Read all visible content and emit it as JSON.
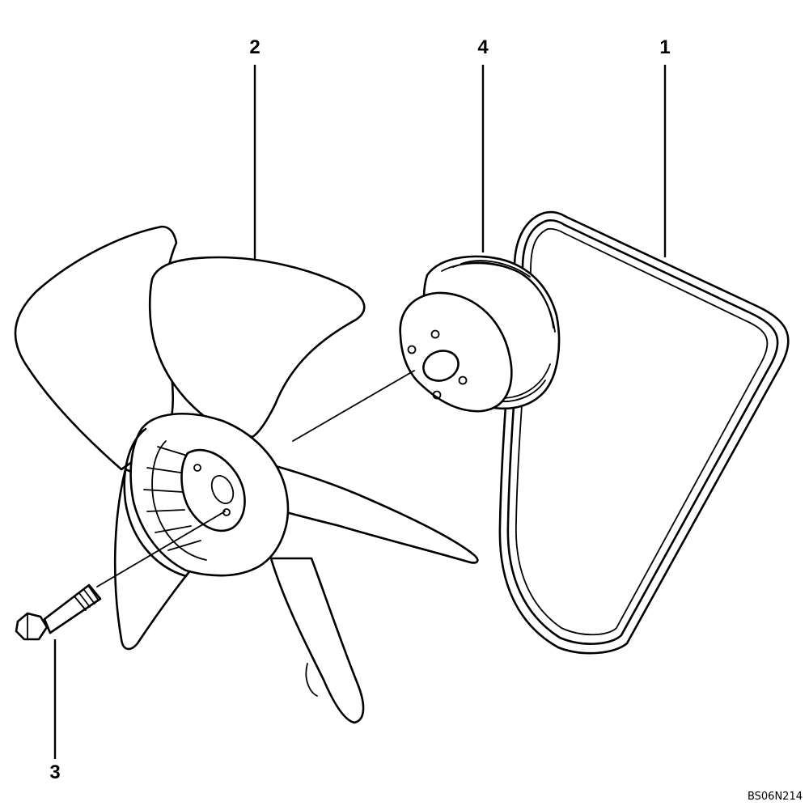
{
  "callouts": {
    "belt": "1",
    "fan": "2",
    "bolt": "3",
    "pulley": "4"
  },
  "figure_code": "BS06N214"
}
